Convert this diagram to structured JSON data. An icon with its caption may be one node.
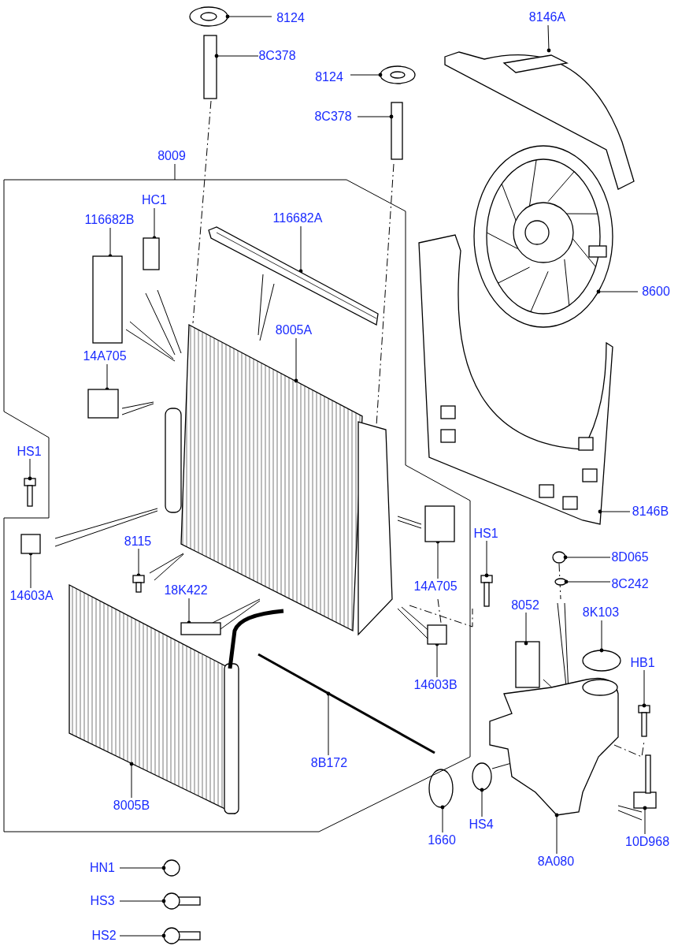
{
  "diagram": {
    "nodes": [
      {
        "text": [
          "8124"
        ]
      },
      {
        "text": [
          "8146A"
        ]
      },
      {
        "text": [
          "8C378"
        ]
      },
      {
        "text": [
          "8124"
        ]
      },
      {
        "text": [
          "8C378"
        ]
      },
      {
        "text": [
          "8009"
        ]
      },
      {
        "text": [],
        "shape": "box"
      },
      {
        "text": [
          "HC1"
        ],
        "in": 6
      },
      {
        "text": [
          "116682A"
        ],
        "in": 6
      },
      {
        "text": [
          "116682B"
        ],
        "in": 6
      },
      {
        "text": [
          "8600"
        ]
      },
      {
        "text": [
          "8005A"
        ],
        "in": 6
      },
      {
        "text": [
          "14A705"
        ],
        "in": 6
      },
      {
        "text": [
          "HS1"
        ]
      },
      {
        "text": [
          "8146B"
        ]
      },
      {
        "text": [
          "HS1"
        ]
      },
      {
        "text": [
          "8115"
        ],
        "in": 6
      },
      {
        "text": [
          "8D065"
        ]
      },
      {
        "text": [
          "14A705"
        ],
        "in": 6
      },
      {
        "text": [
          "8C242"
        ]
      },
      {
        "text": [
          "18K422"
        ],
        "in": 6
      },
      {
        "text": [
          "14603A"
        ],
        "in": 6
      },
      {
        "text": [
          "8052"
        ]
      },
      {
        "text": [
          "8K103"
        ]
      },
      {
        "text": [
          "HB1"
        ]
      },
      {
        "text": [
          "14603B"
        ],
        "in": 6
      },
      {
        "text": [
          "8B172"
        ],
        "in": 6
      },
      {
        "text": [
          "8005B"
        ],
        "in": 6
      },
      {
        "text": [
          "HS4"
        ]
      },
      {
        "text": [
          "1660"
        ]
      },
      {
        "text": [
          "10D968"
        ]
      },
      {
        "text": [
          "8A080"
        ]
      },
      {
        "text": [
          "HN1"
        ]
      },
      {
        "text": [
          "HS3"
        ]
      },
      {
        "text": [
          "HS2"
        ]
      },
      {
        "text": [],
        "shape": "picture"
      },
      {
        "text": [],
        "shape": "picture"
      },
      {
        "text": [],
        "shape": "box"
      },
      {
        "text": [],
        "shape": "picture"
      },
      {
        "text": [],
        "shape": "box"
      },
      {
        "text": [],
        "shape": "box",
        "in": 6
      },
      {
        "text": [],
        "shape": "picture",
        "in": 6
      },
      {
        "text": [],
        "shape": "box",
        "in": 6
      },
      {
        "text": [],
        "shape": "picture"
      },
      {
        "text": [],
        "shape": "picture",
        "in": 6
      },
      {
        "text": [],
        "shape": "box",
        "in": 6
      },
      {
        "text": [],
        "shape": "picture"
      },
      {
        "text": [],
        "shape": "picture"
      },
      {
        "text": [],
        "shape": "picture"
      },
      {
        "text": [],
        "shape": "picture",
        "in": 6
      },
      {
        "text": [],
        "shape": "circle"
      },
      {
        "text": [],
        "shape": "box",
        "in": 6
      },
      {
        "text": [],
        "shape": "circle"
      },
      {
        "text": [],
        "shape": "box",
        "in": 6
      },
      {
        "text": [],
        "shape": "box",
        "in": 6
      },
      {
        "text": [],
        "shape": "box"
      },
      {
        "text": [],
        "shape": "circle"
      },
      {
        "text": [],
        "shape": "picture"
      },
      {
        "text": [],
        "shape": "box",
        "in": 6
      },
      {
        "text": [],
        "shape": "picture",
        "in": 6
      },
      {
        "text": [],
        "shape": "picture",
        "in": 6
      },
      {
        "text": [],
        "shape": "circle"
      },
      {
        "text": [],
        "shape": "circle"
      },
      {
        "text": [],
        "shape": "picture"
      },
      {
        "text": [],
        "shape": "picture"
      },
      {
        "text": [],
        "shape": "circle"
      },
      {
        "text": [],
        "shape": "picture"
      },
      {
        "text": [],
        "shape": "picture"
      }
    ],
    "edges": [
      {
        "from": 0,
        "to": 35,
        "arrow": "other"
      },
      {
        "from": 1,
        "to": 36,
        "arrow": "other"
      },
      {
        "from": 2,
        "to": 37,
        "arrow": "other"
      },
      {
        "from": 3,
        "to": 38,
        "arrow": "other"
      },
      {
        "from": 4,
        "to": 39,
        "arrow": "other"
      },
      {
        "from": 5,
        "to": 6,
        "arrow": "none"
      },
      {
        "from": 7,
        "to": 40,
        "arrow": "other"
      },
      {
        "from": 8,
        "to": 41,
        "arrow": "other"
      },
      {
        "from": 9,
        "to": 42,
        "arrow": "other"
      },
      {
        "from": 10,
        "to": 43,
        "arrow": "other"
      },
      {
        "from": 11,
        "to": 44,
        "arrow": "other"
      },
      {
        "from": 12,
        "to": 45,
        "arrow": "other"
      },
      {
        "from": 13,
        "to": 46,
        "arrow": "other"
      },
      {
        "from": 14,
        "to": 47,
        "arrow": "other"
      },
      {
        "from": 15,
        "to": 48,
        "arrow": "other"
      },
      {
        "from": 16,
        "to": 49,
        "arrow": "other"
      },
      {
        "from": 17,
        "to": 50,
        "arrow": "other"
      },
      {
        "from": 18,
        "to": 51,
        "arrow": "other"
      },
      {
        "from": 19,
        "to": 52,
        "arrow": "other"
      },
      {
        "from": 20,
        "to": 53,
        "arrow": "other"
      },
      {
        "from": 21,
        "to": 54,
        "arrow": "other"
      },
      {
        "from": 22,
        "to": 55,
        "arrow": "other"
      },
      {
        "from": 23,
        "to": 56,
        "arrow": "other"
      },
      {
        "from": 24,
        "to": 57,
        "arrow": "other"
      },
      {
        "from": 25,
        "to": 58,
        "arrow": "other"
      },
      {
        "from": 26,
        "to": 59,
        "arrow": "other"
      },
      {
        "from": 27,
        "to": 60,
        "arrow": "other"
      },
      {
        "from": 28,
        "to": 61,
        "arrow": "other"
      },
      {
        "from": 29,
        "to": 62,
        "arrow": "other"
      },
      {
        "from": 30,
        "to": 63,
        "arrow": "other"
      },
      {
        "from": 31,
        "to": 64,
        "arrow": "other"
      },
      {
        "from": 32,
        "to": 65,
        "arrow": "other"
      },
      {
        "from": 33,
        "to": 66,
        "arrow": "other"
      },
      {
        "from": 34,
        "to": 67,
        "arrow": "other"
      }
    ]
  }
}
